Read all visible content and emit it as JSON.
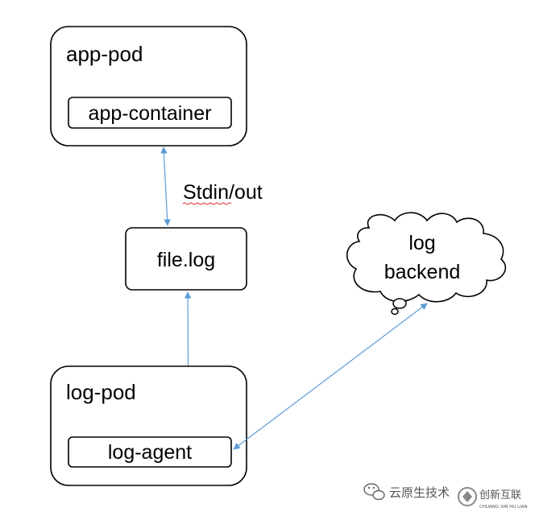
{
  "diagram": {
    "app_pod": {
      "title": "app-pod",
      "container_label": "app-container"
    },
    "link_label": "Stdin/out",
    "file_box": {
      "label": "file.log"
    },
    "log_pod": {
      "title": "log-pod",
      "agent_label": "log-agent"
    },
    "cloud": {
      "line1": "log",
      "line2": "backend"
    }
  },
  "watermark": {
    "channel_text": "云原生技术",
    "brand_text": "创新互联",
    "brand_subtext": "CHUANG XIN HU LIAN"
  },
  "colors": {
    "stroke": "#000000",
    "arrow": "#5b9bd5",
    "underline": "#e0302f",
    "watermark": "#555555"
  }
}
